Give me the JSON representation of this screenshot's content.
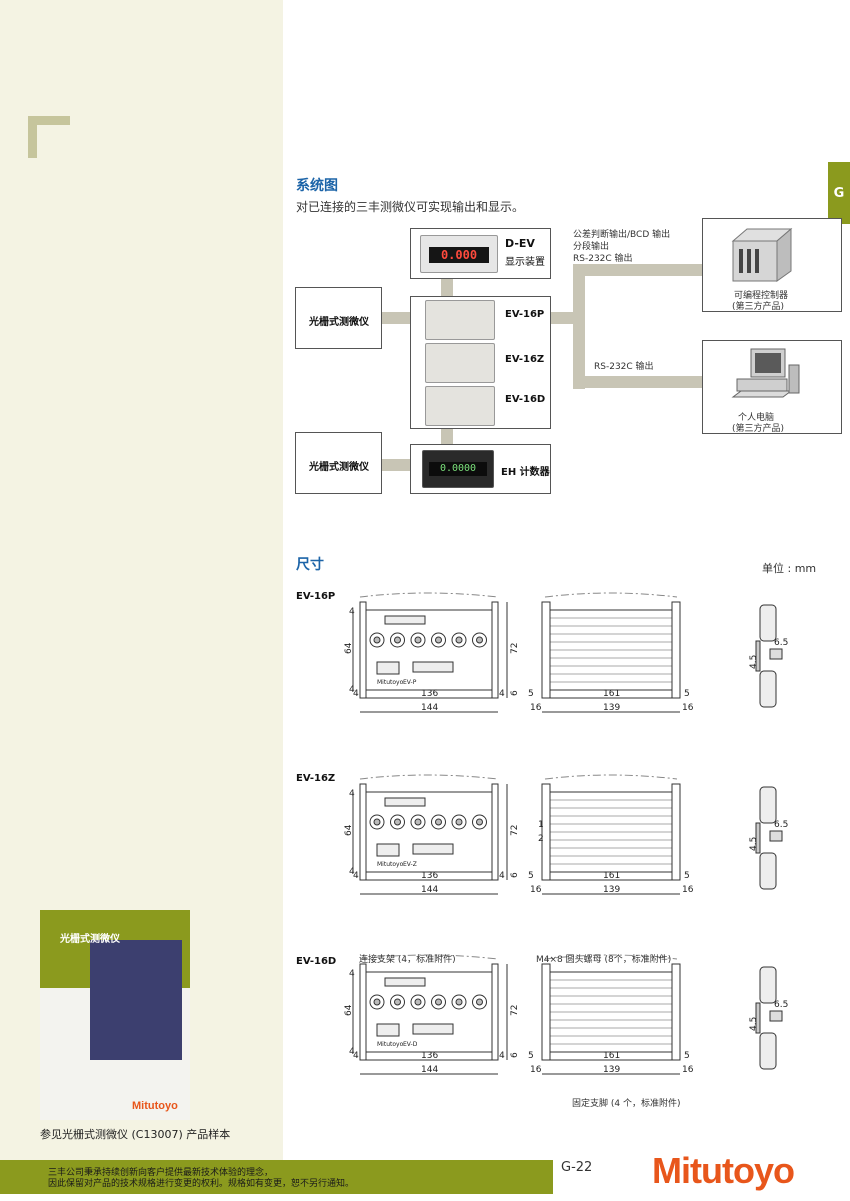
{
  "side_tab": "G",
  "system": {
    "heading": "系统图",
    "intro": "对已连接的三丰测微仪可实现输出和显示。",
    "linear_gauge_1": "光栅式测微仪",
    "linear_gauge_2": "光栅式测微仪",
    "dev_dev": "D-EV",
    "dev_dev_sub": "显示装置",
    "ev16p": "EV-16P",
    "ev16z": "EV-16Z",
    "ev16d": "EV-16D",
    "eh": "EH 计数器",
    "out1_line1": "公差判断输出/BCD 输出",
    "out1_line2": "分段输出",
    "out1_line3": "RS-232C 输出",
    "out2": "RS-232C 输出",
    "plc_line1": "可编程控制器",
    "plc_line2": "(第三方产品)",
    "pc_line1": "个人电脑",
    "pc_line2": "(第三方产品)",
    "display_digits": "0.000",
    "counter_digits": "0.0000"
  },
  "dimensions": {
    "heading": "尺寸",
    "unit": "单位 : mm",
    "models": [
      {
        "name": "EV-16P",
        "panel_brand": "Mitutoyo",
        "panel_model": "EV-P"
      },
      {
        "name": "EV-16Z",
        "panel_brand": "Mitutoyo",
        "panel_model": "EV-Z"
      },
      {
        "name": "EV-16D",
        "panel_brand": "Mitutoyo",
        "panel_model": "EV-D"
      }
    ],
    "front": {
      "w136": "136",
      "w144": "144",
      "h64": "64",
      "h72": "72",
      "d4a": "4",
      "d4b": "4",
      "d4c": "4",
      "d4d": "4",
      "d4e": "4",
      "d4f": "4",
      "d6": "6"
    },
    "side": {
      "d5a": "5",
      "d5b": "5",
      "d161": "161",
      "d16a": "16",
      "d16b": "16",
      "d139": "139"
    },
    "bracket": {
      "d65": "6.5",
      "d45": "4.5"
    },
    "note_bracket": "连接支架 (4，标准附件)",
    "note_nut": "M4×8 圆头螺母 (8个，标准附件)",
    "note_foot": "固定支脚 (4 个，标准附件)",
    "circle1": "1",
    "circle2": "2"
  },
  "brochure": {
    "title": "光栅式测微仪",
    "logo": "Mitutoyo",
    "caption": "参见光栅式测微仪 (C13007) 产品样本"
  },
  "footer": {
    "line1": "三丰公司秉承持续创新向客户提供最新技术体验的理念，",
    "line2": "因此保留对产品的技术规格进行变更的权利。规格如有变更，恕不另行通知。",
    "page": "G-22",
    "logo": "Mitutoyo"
  }
}
